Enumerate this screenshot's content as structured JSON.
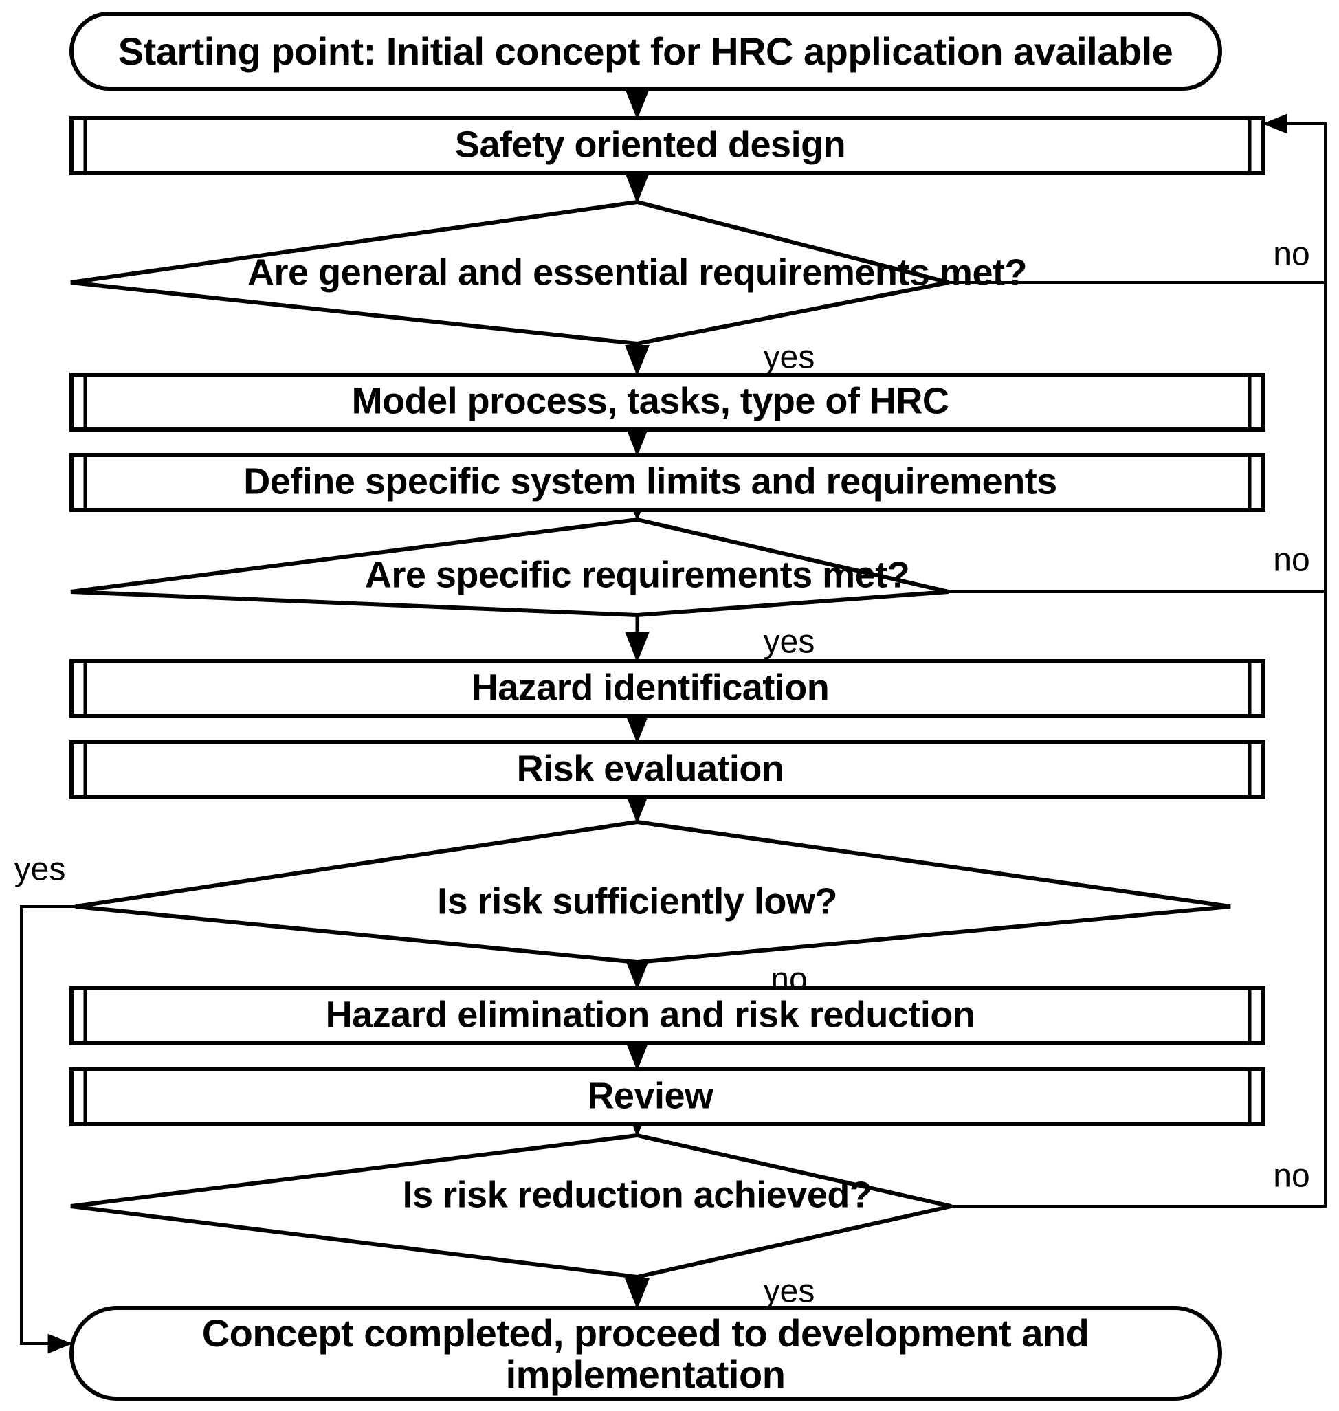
{
  "diagram": {
    "title": "HRC application safety concept flowchart",
    "colors": {
      "stroke": "#000000",
      "fill": "#ffffff",
      "text": "#000000"
    },
    "nodes": [
      {
        "id": "start",
        "shape": "terminator",
        "label": "Starting point: Initial concept for HRC application available"
      },
      {
        "id": "safety",
        "shape": "subprocess",
        "label": "Safety oriented design"
      },
      {
        "id": "dec_general",
        "shape": "decision",
        "label": "Are general and essential requirements met?"
      },
      {
        "id": "model",
        "shape": "subprocess",
        "label": "Model process, tasks, type of HRC"
      },
      {
        "id": "define",
        "shape": "subprocess",
        "label": "Define specific system limits and requirements"
      },
      {
        "id": "dec_specific",
        "shape": "decision",
        "label": "Are specific requirements met?"
      },
      {
        "id": "hazard_id",
        "shape": "subprocess",
        "label": "Hazard identification"
      },
      {
        "id": "risk_eval",
        "shape": "subprocess",
        "label": "Risk evaluation"
      },
      {
        "id": "dec_risklow",
        "shape": "decision",
        "label": "Is risk sufficiently low?"
      },
      {
        "id": "hazard_elim",
        "shape": "subprocess",
        "label": "Hazard elimination and risk reduction"
      },
      {
        "id": "review",
        "shape": "subprocess",
        "label": "Review"
      },
      {
        "id": "dec_achieved",
        "shape": "decision",
        "label": "Is risk reduction achieved?"
      },
      {
        "id": "end",
        "shape": "terminator",
        "label_line1": "Concept completed, proceed to development and",
        "label_line2": "implementation",
        "label": "Concept completed, proceed to development and implementation"
      }
    ],
    "edges": [
      {
        "id": "e1",
        "from": "start",
        "to": "safety",
        "label": ""
      },
      {
        "id": "e2",
        "from": "safety",
        "to": "dec_general",
        "label": ""
      },
      {
        "id": "e3",
        "from": "dec_general",
        "to": "model",
        "label": "yes"
      },
      {
        "id": "e4",
        "from": "dec_general",
        "to": "safety",
        "label": "no"
      },
      {
        "id": "e5",
        "from": "model",
        "to": "define",
        "label": ""
      },
      {
        "id": "e6",
        "from": "define",
        "to": "dec_specific",
        "label": ""
      },
      {
        "id": "e7",
        "from": "dec_specific",
        "to": "hazard_id",
        "label": "yes"
      },
      {
        "id": "e8",
        "from": "dec_specific",
        "to": "safety",
        "label": "no"
      },
      {
        "id": "e9",
        "from": "hazard_id",
        "to": "risk_eval",
        "label": ""
      },
      {
        "id": "e10",
        "from": "risk_eval",
        "to": "dec_risklow",
        "label": ""
      },
      {
        "id": "e11",
        "from": "dec_risklow",
        "to": "hazard_elim",
        "label": "no"
      },
      {
        "id": "e12",
        "from": "dec_risklow",
        "to": "end",
        "label": "yes"
      },
      {
        "id": "e13",
        "from": "hazard_elim",
        "to": "review",
        "label": ""
      },
      {
        "id": "e14",
        "from": "review",
        "to": "dec_achieved",
        "label": ""
      },
      {
        "id": "e15",
        "from": "dec_achieved",
        "to": "end",
        "label": "yes"
      },
      {
        "id": "e16",
        "from": "dec_achieved",
        "to": "safety",
        "label": "no"
      }
    ],
    "edge_labels": {
      "general_no": "no",
      "general_yes": "yes",
      "specific_no": "no",
      "specific_yes": "yes",
      "risklow_yes": "yes",
      "risklow_no": "no",
      "achieved_no": "no",
      "achieved_yes": "yes"
    }
  }
}
